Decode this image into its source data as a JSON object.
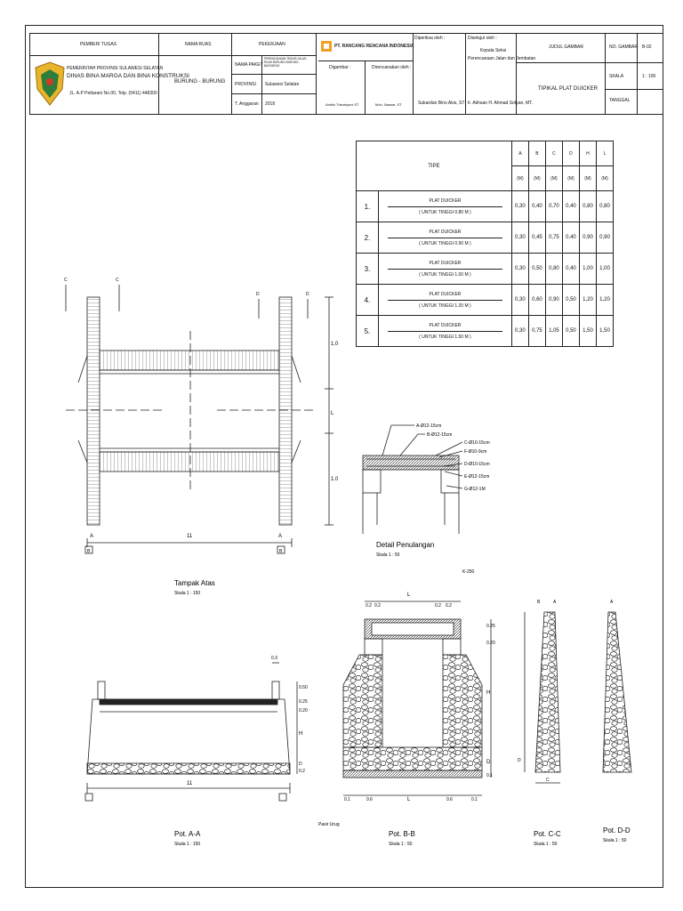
{
  "header": {
    "pemberi_tugas_label": "PEMBERI TUGAS",
    "nama_ruas_label": "NAMA RUAS",
    "pekerjaan_label": "PEKERJAAN",
    "gov_line1": "PEMERINTAH PROVINSI SULAWESI SELATAN",
    "gov_line2": "DINAS BINA MARGA DAN BINA KONSTRUKSI",
    "gov_line3": "JL. A.P Pettarani No.00, Telp. (0411) 448300",
    "ruas_value": "BURUNG - BURUNG",
    "nama_paket_label": "NAMA PAKET",
    "nama_paket_value": "PERENCANAAN TEKNIS JALAN RUAS BURUNG-BURUNG - BANTAENG",
    "provinsi_label": "PROVINSI",
    "provinsi_value": "Sulawesi Selatan",
    "anggaran_label": "T. Anggaran",
    "anggaran_value": "2018",
    "company": "PT. RANCANG RENCANA INDONESIA",
    "digambar_label": "Digambar :",
    "direncanakan_label": "Direncanakan oleh :",
    "digambar_name": "Andini Triwahyuni ST",
    "direncanakan_name": "Moh. Nassar, ST",
    "diperiksa_label": "Diperiksa oleh :",
    "diperiksa_name": "Sukardan Bino Akis, ST",
    "disetujui_label": "Disetujui oleh :",
    "disetujui_role1": "Kepala Seksi",
    "disetujui_role2": "Perencanaan Jalan dan Jembatan",
    "disetujui_name": "Ir. Akhsan H. Ahmad Sofyan, MT.",
    "judul_label": "JUDUL GAMBAR",
    "judul_value": "TIPIKAL PLAT DUICKER",
    "no_gambar_label": "NO. GAMBAR",
    "no_gambar_value": "B-02",
    "skala_label": "SKALA",
    "skala_value": "1 : 100",
    "tanggal_label": "TANGGAL"
  },
  "tipe_table": {
    "headers": [
      "TIPE",
      "A",
      "B",
      "C",
      "D",
      "H",
      "L"
    ],
    "units": [
      "(M)",
      "(M)",
      "(M)",
      "(M)",
      "(M)",
      "(M)"
    ],
    "rows": [
      {
        "no": "1.",
        "name": "PLAT DUICKER",
        "sub": "( UNTUK TINGGI 0.80 M )",
        "vals": [
          "0,30",
          "0,40",
          "0,70",
          "0,40",
          "0,80",
          "0,80"
        ]
      },
      {
        "no": "2.",
        "name": "PLAT DUICKER",
        "sub": "( UNTUK TINGGI 0.90 M )",
        "vals": [
          "0,30",
          "0,45",
          "0,75",
          "0,40",
          "0,90",
          "0,90"
        ]
      },
      {
        "no": "3.",
        "name": "PLAT DUICKER",
        "sub": "( UNTUK TINGGI 1.00 M )",
        "vals": [
          "0,30",
          "0,50",
          "0,80",
          "0,40",
          "1,00",
          "1,00"
        ]
      },
      {
        "no": "4.",
        "name": "PLAT DUICKER",
        "sub": "( UNTUK TINGGI 1.20 M )",
        "vals": [
          "0,30",
          "0,60",
          "0,90",
          "0,50",
          "1,20",
          "1,20"
        ]
      },
      {
        "no": "5.",
        "name": "PLAT DUICKER",
        "sub": "( UNTUK TINGGI 1.50 M )",
        "vals": [
          "0,30",
          "0,75",
          "1,05",
          "0,50",
          "1,50",
          "1,50"
        ]
      }
    ]
  },
  "drawings": {
    "tampak_atas": {
      "title": "Tampak Atas",
      "scale": "Skala 1 : 150",
      "dim_len": "11",
      "dim_top": "1.0",
      "dim_mid": "L",
      "dim_bot": "1.0"
    },
    "detail": {
      "title": "Detail Penulangan",
      "scale": "Skala 1 : 50",
      "rebars": [
        "A-Ø12-15cm",
        "B-Ø12-15cm",
        "C-Ø10-15cm",
        "F-Ø10-9cm",
        "D-Ø10-15cm",
        "E-Ø12-15cm",
        "G-Ø12-1M"
      ]
    },
    "pot_aa": {
      "title": "Pot. A-A",
      "scale": "Skala 1 : 150",
      "dim_len": "11",
      "d1": "0.3",
      "d2": "0.50",
      "d3": "0.25",
      "d4": "0.20",
      "d5": "H",
      "d6": "D",
      "d7": "0.2"
    },
    "pot_bb": {
      "title": "Pot. B-B",
      "scale": "Skala 1 : 50",
      "concrete": "K-250",
      "top_l": "L",
      "top_d": [
        "0.2",
        "0.2",
        "0.2",
        "0.2"
      ],
      "right_d": [
        "0.25",
        "0.20",
        "H",
        "D",
        "0.1"
      ],
      "bot_d": [
        "0.1",
        "0.6",
        "L",
        "0.6",
        "0.1"
      ],
      "pasir": "Pasir Urug"
    },
    "pot_cc": {
      "title": "Pot. C-C",
      "scale": "Skala 1 : 50",
      "top": [
        "B",
        "A"
      ],
      "bot": "C",
      "side": "D"
    },
    "pot_dd": {
      "title": "Pot. D-D",
      "scale": "Skala 1 : 50",
      "top": "A"
    },
    "markers": {
      "A": "A",
      "B": "B",
      "C": "C",
      "D": "D"
    }
  }
}
